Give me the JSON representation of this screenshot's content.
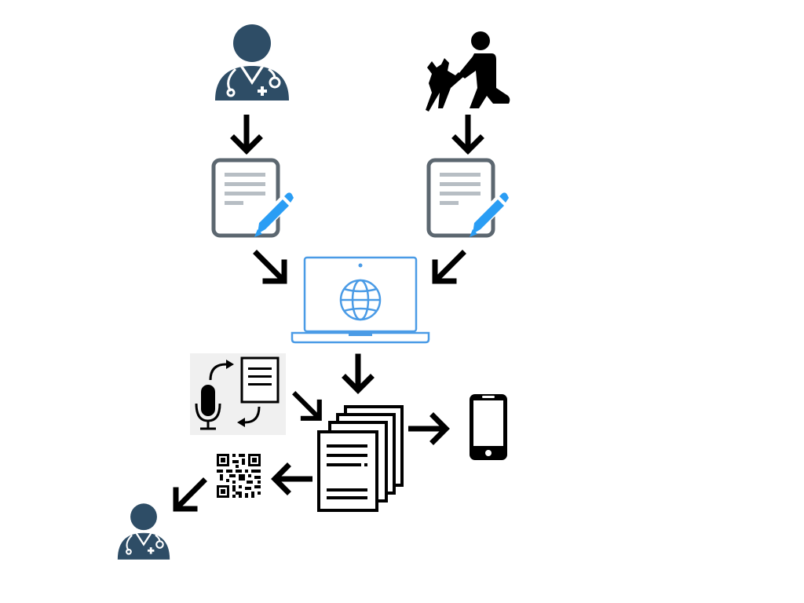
{
  "diagram": {
    "nodes": [
      {
        "id": "veterinarian",
        "icon": "veterinarian-icon"
      },
      {
        "id": "pet-owner",
        "icon": "pet-owner-with-dog-icon"
      },
      {
        "id": "vet-form",
        "icon": "edit-document-icon"
      },
      {
        "id": "owner-form",
        "icon": "edit-document-icon"
      },
      {
        "id": "web-platform",
        "icon": "laptop-globe-icon"
      },
      {
        "id": "speech-to-text",
        "icon": "speech-to-text-icon"
      },
      {
        "id": "documents",
        "icon": "document-stack-icon"
      },
      {
        "id": "smartphone",
        "icon": "smartphone-icon"
      },
      {
        "id": "qr-code",
        "icon": "qr-code-icon"
      },
      {
        "id": "receiving-veterinarian",
        "icon": "veterinarian-icon"
      }
    ],
    "edges": [
      {
        "from": "veterinarian",
        "to": "vet-form"
      },
      {
        "from": "pet-owner",
        "to": "owner-form"
      },
      {
        "from": "vet-form",
        "to": "web-platform"
      },
      {
        "from": "owner-form",
        "to": "web-platform"
      },
      {
        "from": "web-platform",
        "to": "documents"
      },
      {
        "from": "speech-to-text",
        "to": "documents"
      },
      {
        "from": "documents",
        "to": "smartphone"
      },
      {
        "from": "documents",
        "to": "qr-code"
      },
      {
        "from": "qr-code",
        "to": "receiving-veterinarian"
      }
    ]
  },
  "colors": {
    "doctor": "#2e4d66",
    "form_border": "#5c6770",
    "form_lines": "#b7bec4",
    "pencil": "#2a9df4",
    "laptop": "#4a9be6",
    "black": "#000000",
    "speech_bg": "#f0f0f0"
  }
}
